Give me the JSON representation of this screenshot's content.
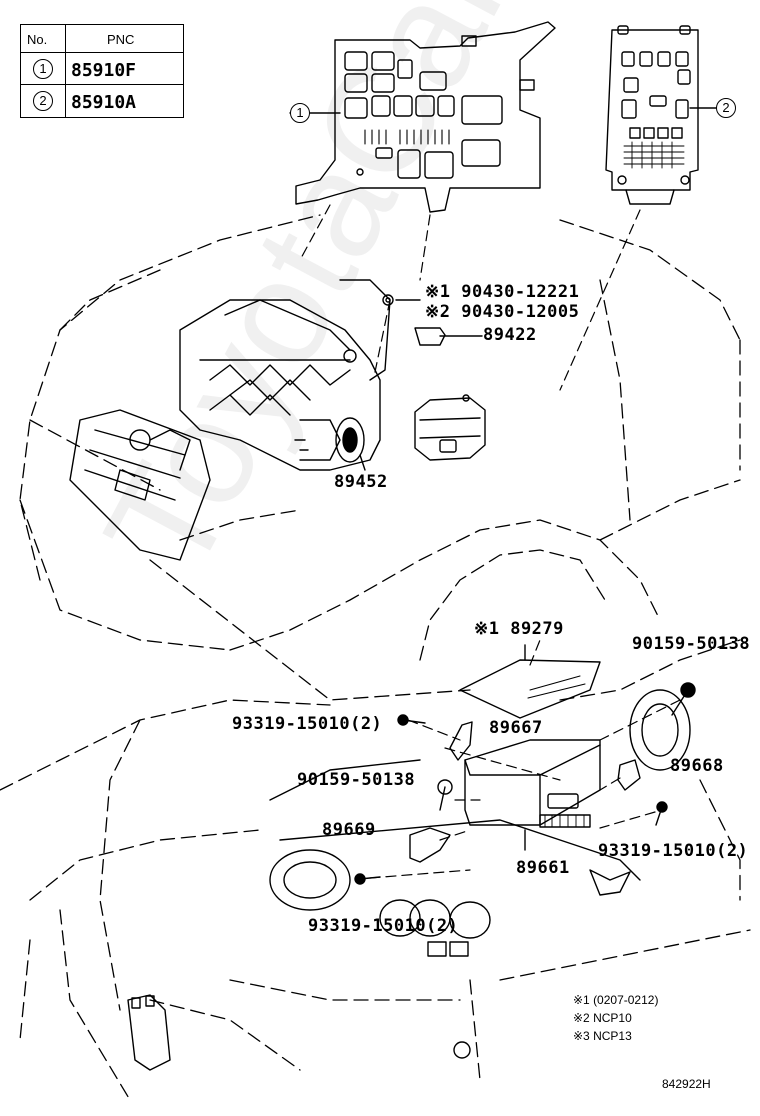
{
  "table": {
    "header_no": "No.",
    "header_pnc": "PNC",
    "rows": [
      {
        "num": "1",
        "pnc": "85910F"
      },
      {
        "num": "2",
        "pnc": "85910A"
      }
    ]
  },
  "callouts": {
    "box1": "1",
    "box2": "2"
  },
  "parts": {
    "p90430_12221": "※1 90430-12221",
    "p90430_12005": "※2 90430-12005",
    "p89422": "89422",
    "p89452": "89452",
    "p89279": "※1 89279",
    "p90159_50138_a": "90159-50138",
    "p93319_15010_a": "93319-15010(2)",
    "p89667": "89667",
    "p89668": "89668",
    "p90159_50138_b": "90159-50138",
    "p89669": "89669",
    "p89661": "89661",
    "p93319_15010_b": "93319-15010(2)",
    "p93319_15010_c": "93319-15010(2)"
  },
  "notes": [
    "※1 (0207-0212)",
    "※2 NCP10",
    "※3 NCP13"
  ],
  "figure_id": "842922H",
  "watermark": "ToyotaCarPrice.ru"
}
